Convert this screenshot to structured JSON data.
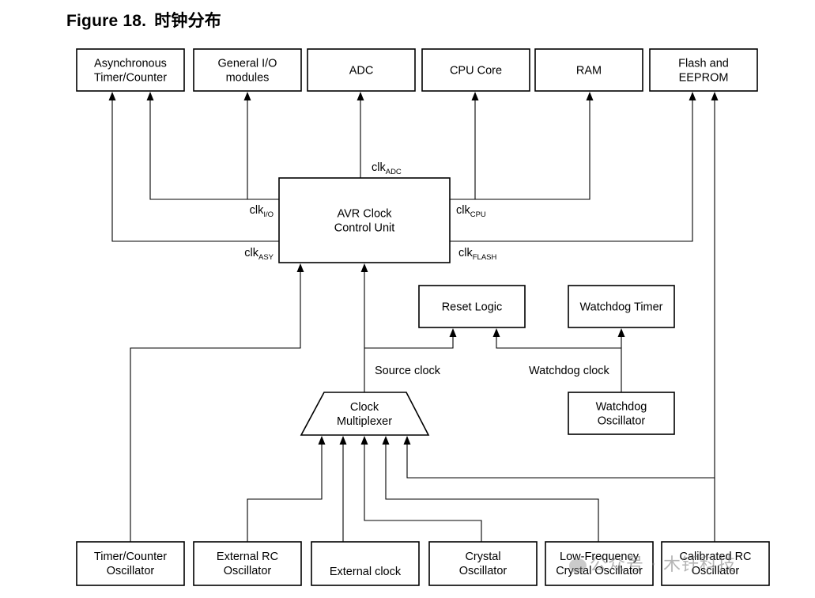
{
  "figure": {
    "number": "Figure 18.",
    "title_cn": "时钟分布"
  },
  "top_blocks": [
    {
      "id": "async",
      "lines": [
        "Asynchronous",
        "Timer/Counter"
      ]
    },
    {
      "id": "gio",
      "lines": [
        "General I/O",
        "modules"
      ]
    },
    {
      "id": "adc",
      "lines": [
        "ADC"
      ]
    },
    {
      "id": "cpu",
      "lines": [
        "CPU Core"
      ]
    },
    {
      "id": "ram",
      "lines": [
        "RAM"
      ]
    },
    {
      "id": "flash",
      "lines": [
        "Flash and",
        "EEPROM"
      ]
    }
  ],
  "control_unit": {
    "lines": [
      "AVR Clock",
      "Control Unit"
    ]
  },
  "clock_signals": {
    "adc": {
      "base": "clk",
      "sub": "ADC"
    },
    "io": {
      "base": "clk",
      "sub": "I/O"
    },
    "asy": {
      "base": "clk",
      "sub": "ASY"
    },
    "cpu": {
      "base": "clk",
      "sub": "CPU"
    },
    "flash": {
      "base": "clk",
      "sub": "FLASH"
    }
  },
  "reset_logic": {
    "label": "Reset  Logic"
  },
  "watchdog_timer": {
    "label": "Watchdog  Timer"
  },
  "watchdog_oscillator": {
    "lines": [
      "Watchdog",
      "Oscillator"
    ]
  },
  "labels": {
    "source_clock": "Source clock",
    "watchdog_clock": "Watchdog clock"
  },
  "multiplexer": {
    "lines": [
      "Clock",
      "Multiplexer"
    ]
  },
  "bottom_blocks": [
    {
      "id": "tco",
      "lines": [
        "Timer/Counter",
        "Oscillator"
      ]
    },
    {
      "id": "erc",
      "lines": [
        "External RC",
        "Oscillator"
      ]
    },
    {
      "id": "ext",
      "lines": [
        "External clock"
      ]
    },
    {
      "id": "xtal",
      "lines": [
        "Crystal",
        "Oscillator"
      ]
    },
    {
      "id": "lfx",
      "lines": [
        "Low-Frequency",
        "Crystal Oscillator"
      ]
    },
    {
      "id": "crc",
      "lines": [
        "Calibrated RC",
        "Oscillator"
      ]
    }
  ],
  "watermark": {
    "text": "公众号 · 木钎科技"
  }
}
